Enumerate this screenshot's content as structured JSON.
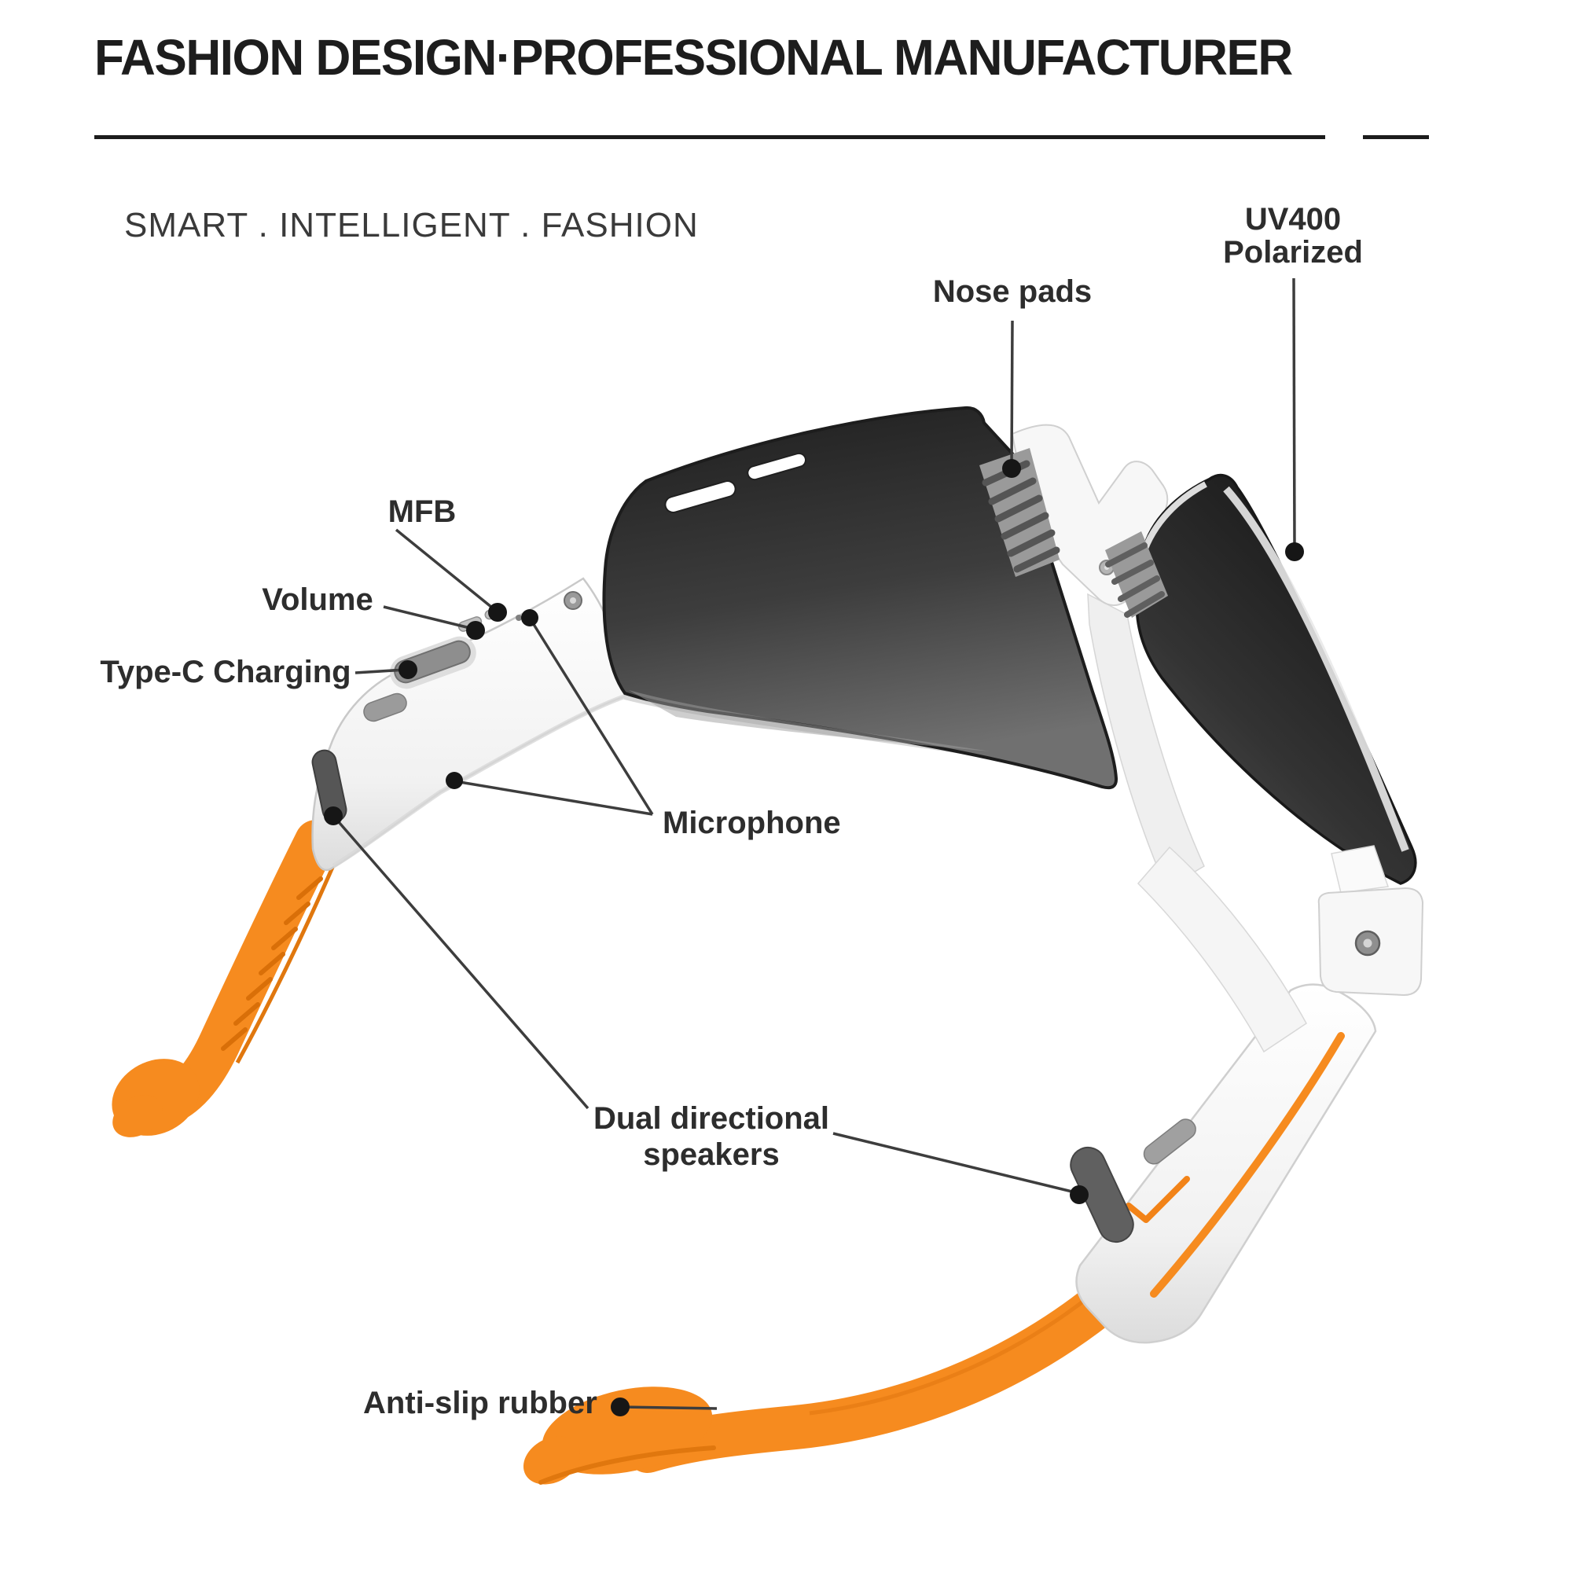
{
  "header": {
    "title": "FASHION DESIGN·PROFESSIONAL MANUFACTURER",
    "subtitle": "SMART . INTELLIGENT . FASHION"
  },
  "annotations": {
    "nose_pads": {
      "label": "Nose pads"
    },
    "uv400": {
      "label_line1": "UV400",
      "label_line2": "Polarized"
    },
    "mfb": {
      "label": "MFB"
    },
    "volume": {
      "label": "Volume"
    },
    "type_c": {
      "label": "Type-C Charging"
    },
    "microphone": {
      "label": "Microphone"
    },
    "speakers": {
      "label_line1": "Dual directional",
      "label_line2": "speakers"
    },
    "anti_slip": {
      "label": "Anti-slip rubber"
    }
  },
  "colors": {
    "accent_orange": "#F68B1F",
    "accent_orange_dark": "#E0770E",
    "lens_dark": "#1F1F1F",
    "frame_white": "#F8F8F8",
    "leader_line": "#3D3D3D",
    "text_dark": "#1D1D1D"
  }
}
